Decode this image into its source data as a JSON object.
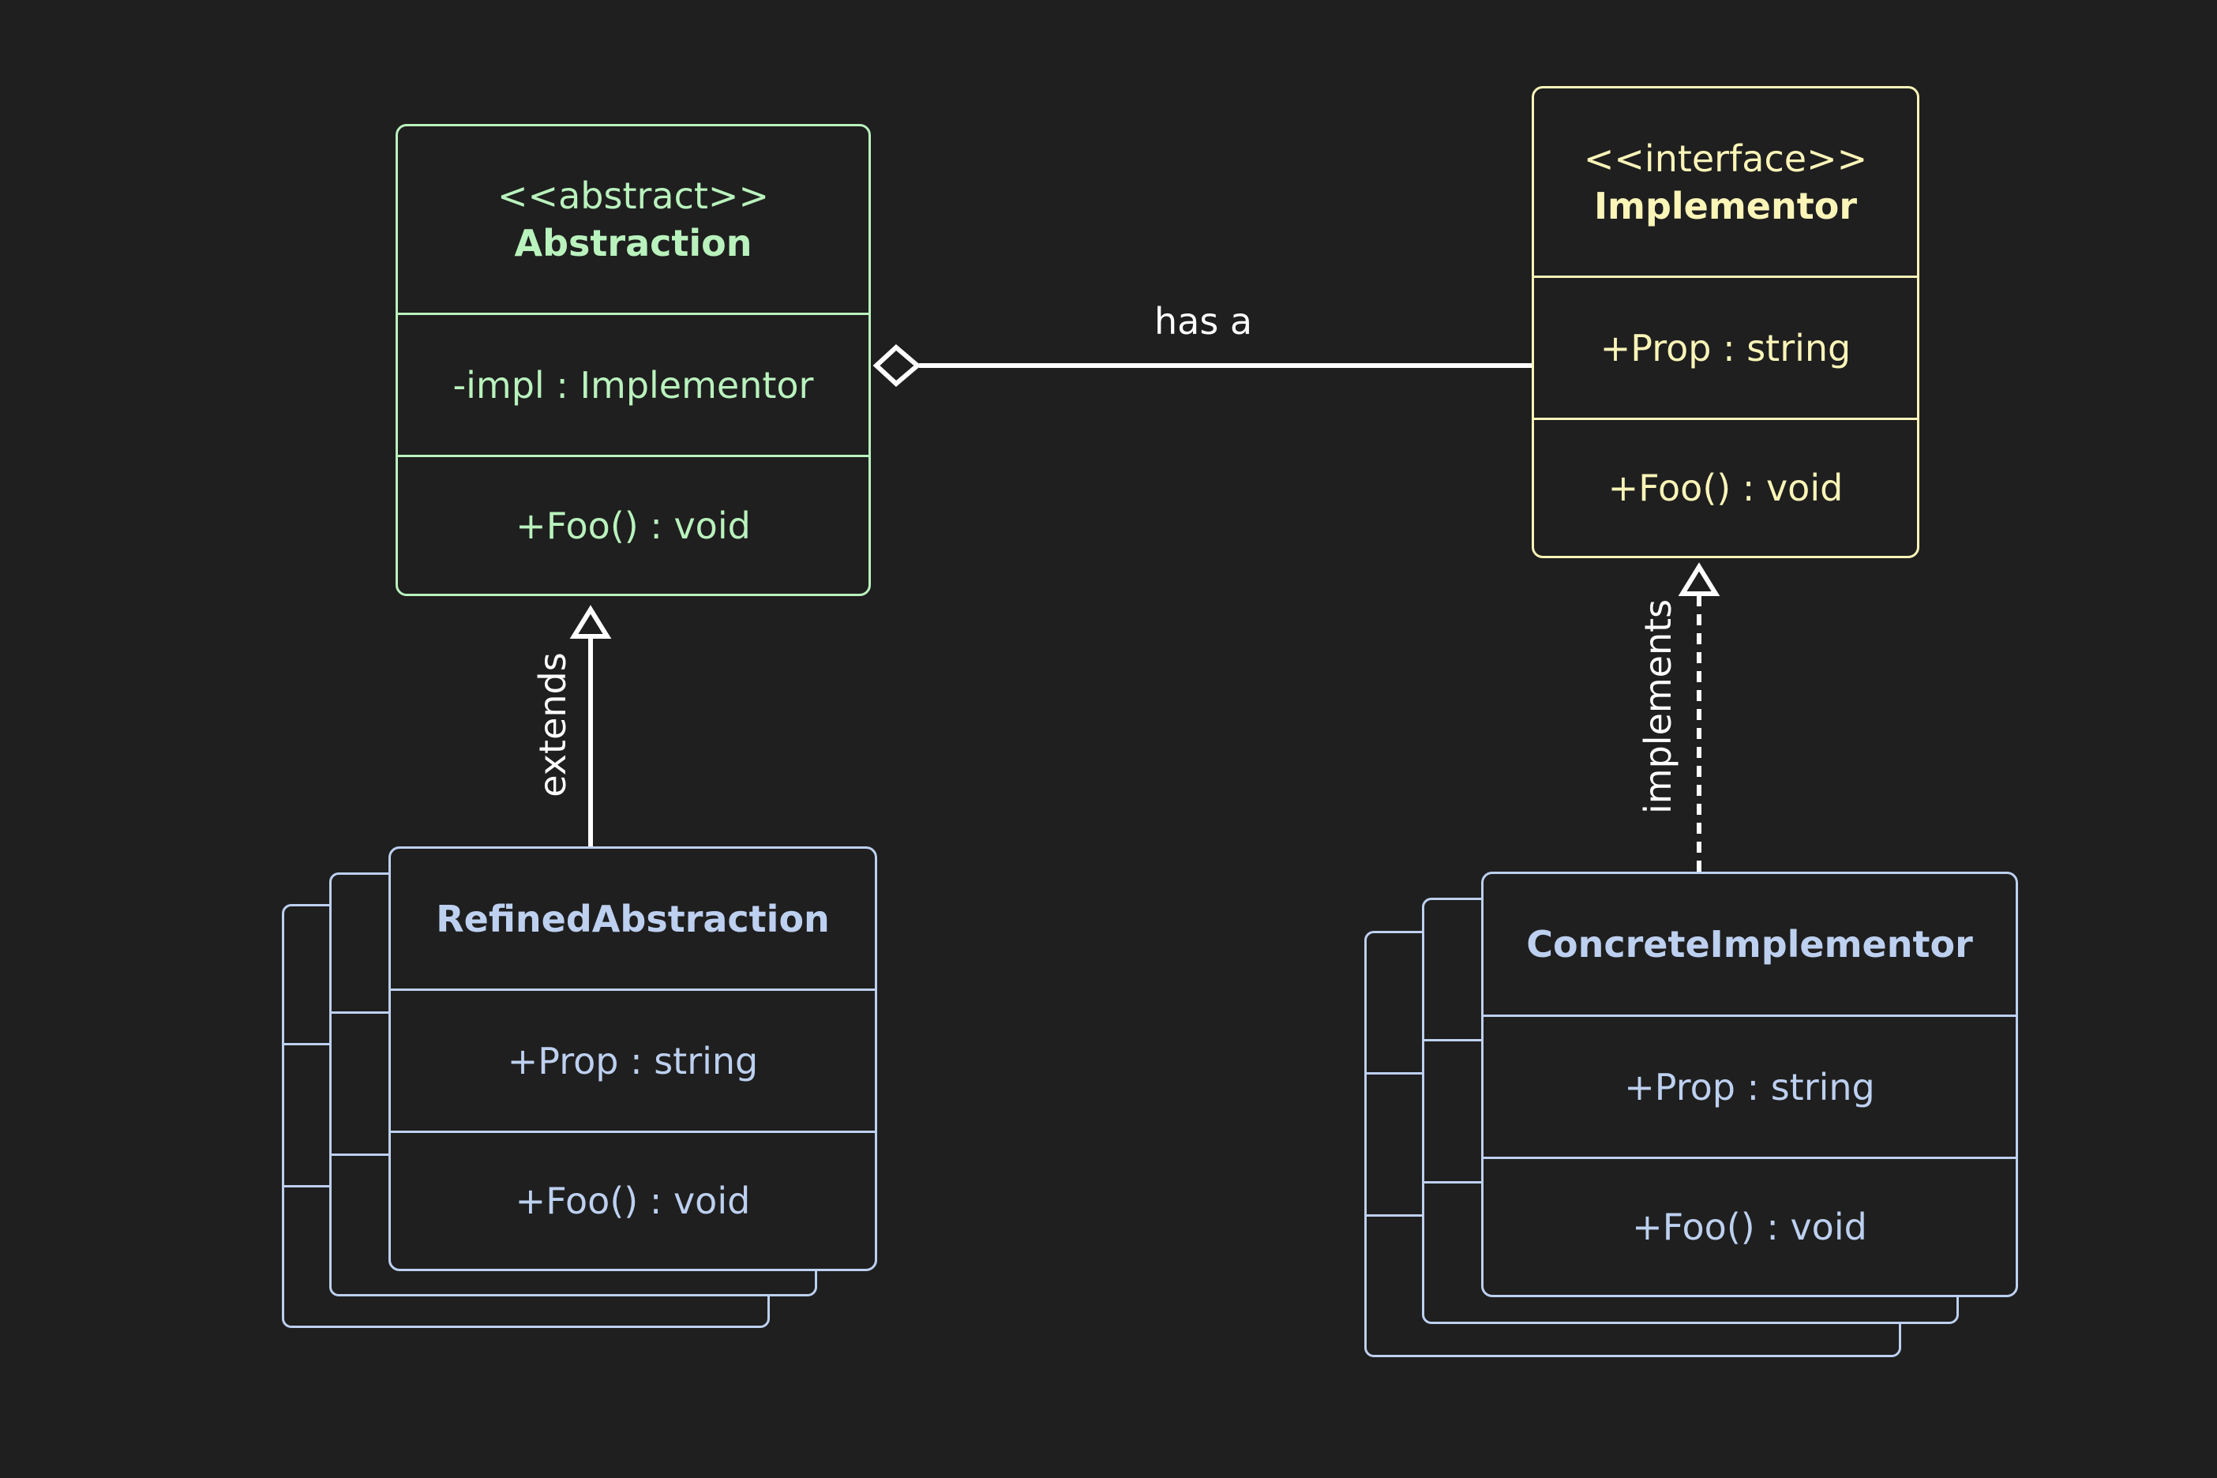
{
  "colors": {
    "background": "#1f1f1f",
    "abstraction": "#b9f2bd",
    "implementor": "#fbf5b8",
    "concrete": "#bdd0f0",
    "edge": "#ffffff"
  },
  "abstraction": {
    "stereotype": "<<abstract>>",
    "name": "Abstraction",
    "attribute": "-impl : Implementor",
    "method": "+Foo() : void"
  },
  "implementor": {
    "stereotype": "<<interface>>",
    "name": "Implementor",
    "attribute": "+Prop : string",
    "method": "+Foo() : void"
  },
  "refined_abstraction": {
    "name": "RefinedAbstraction",
    "attribute": "+Prop : string",
    "method": "+Foo() : void"
  },
  "concrete_implementor": {
    "name": "ConcreteImplementor",
    "attribute": "+Prop : string",
    "method": "+Foo() : void"
  },
  "relations": {
    "aggregation_label": "has a",
    "extends_label": "extends",
    "implements_label": "implements"
  }
}
